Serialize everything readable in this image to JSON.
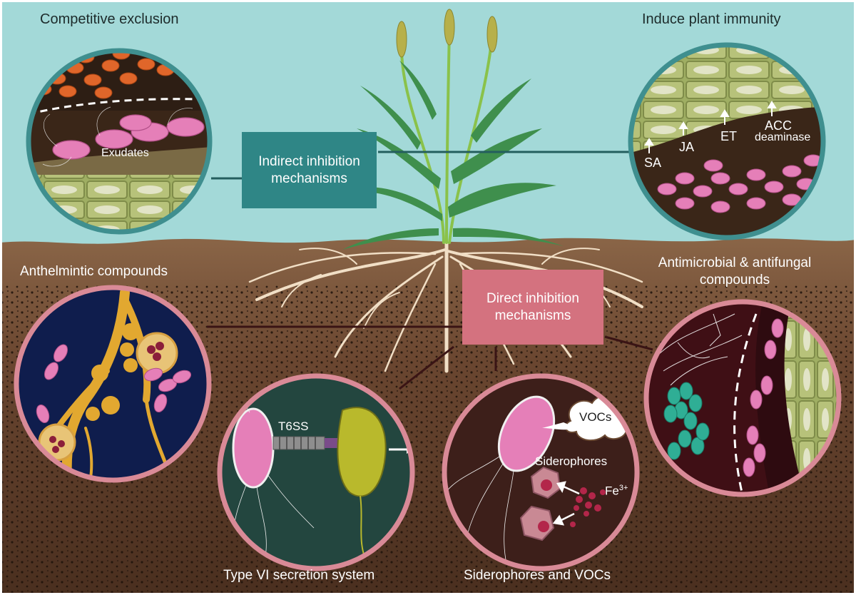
{
  "colors": {
    "sky": "#a3d9d8",
    "soil": "#6b4a33",
    "indirect_box": "#2f8686",
    "direct_box": "#d4727f",
    "circle_border_teal": "#3f8f8f",
    "circle_border_pink": "#d98a97",
    "bacteria": "#e57fb8",
    "pathogen_orange": "#e0662a",
    "nematode_yellow": "#e2a830",
    "pathogen_green": "#2fae95"
  },
  "sections": {
    "competitive_exclusion": "Competitive exclusion",
    "induce_immunity": "Induce plant immunity",
    "anthelmintic": "Anthelmintic compounds",
    "antimicrobial": "Antimicrobial & antifungal\ncompounds",
    "t6ss_caption": "Type VI secretion system",
    "sidero_caption": "Siderophores and VOCs"
  },
  "boxes": {
    "indirect": "Indirect inhibition\nmechanisms",
    "direct": "Direct inhibition\nmechanisms"
  },
  "micro_labels": {
    "exudates": "Exudates",
    "sa": "SA",
    "ja": "JA",
    "et": "ET",
    "acc": "ACC",
    "deaminase": "deaminase",
    "t6ss": "T6SS",
    "vocs": "VOCs",
    "siderophores": "Siderophores",
    "fe": "Fe",
    "fe_charge": "3+"
  },
  "icons": [
    "wheat-plant-icon",
    "bacterium-icon",
    "fungal-hypha-icon",
    "nematode-icon",
    "iron-ion-icon",
    "siderophore-hexagon-icon",
    "voc-cloud-icon"
  ]
}
